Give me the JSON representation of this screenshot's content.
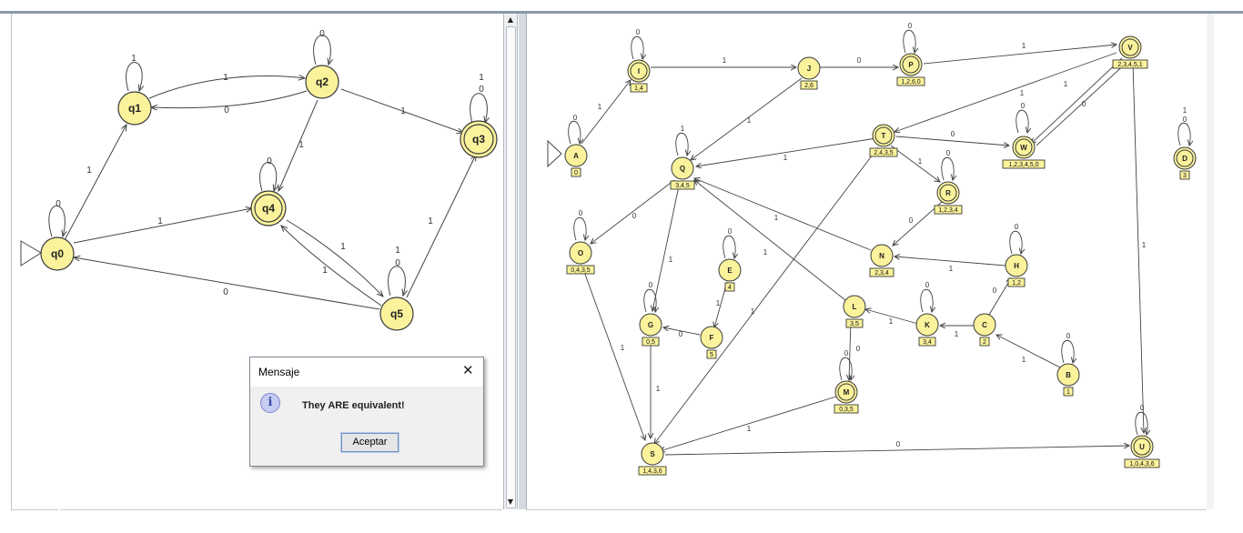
{
  "left_automaton": {
    "states": [
      {
        "id": "q0",
        "label": "q0"
      },
      {
        "id": "q1",
        "label": "q1"
      },
      {
        "id": "q2",
        "label": "q2"
      },
      {
        "id": "q3",
        "label": "q3"
      },
      {
        "id": "q4",
        "label": "q4"
      },
      {
        "id": "q5",
        "label": "q5"
      }
    ],
    "edge_labels": [
      "0",
      "1",
      "1",
      "0",
      "1",
      "0",
      "1",
      "1",
      "0",
      "1",
      "1",
      "1",
      "0",
      "1",
      "0",
      "1",
      "1",
      "0"
    ]
  },
  "right_automaton": {
    "states": [
      {
        "id": "A",
        "label": "A",
        "set": "0"
      },
      {
        "id": "I",
        "label": "I",
        "set": "1,4"
      },
      {
        "id": "J",
        "label": "J",
        "set": "2,6"
      },
      {
        "id": "P",
        "label": "P",
        "set": "1,2,6,0"
      },
      {
        "id": "V",
        "label": "V",
        "set": "2,3,4,5,1"
      },
      {
        "id": "Q",
        "label": "Q",
        "set": "3,4,5"
      },
      {
        "id": "T",
        "label": "T",
        "set": "2,4,3,5"
      },
      {
        "id": "W",
        "label": "W",
        "set": "1,2,3,4,5,0"
      },
      {
        "id": "D",
        "label": "D",
        "set": "3"
      },
      {
        "id": "R",
        "label": "R",
        "set": "1,2,3,4"
      },
      {
        "id": "O",
        "label": "O",
        "set": "0,4,3,5"
      },
      {
        "id": "E",
        "label": "E",
        "set": "4"
      },
      {
        "id": "N",
        "label": "N",
        "set": "2,3,4"
      },
      {
        "id": "H",
        "label": "H",
        "set": "1,2"
      },
      {
        "id": "L",
        "label": "L",
        "set": "3,5"
      },
      {
        "id": "G",
        "label": "G",
        "set": "0,5"
      },
      {
        "id": "F",
        "label": "F",
        "set": "5"
      },
      {
        "id": "K",
        "label": "K",
        "set": "3,4"
      },
      {
        "id": "C",
        "label": "C",
        "set": "2"
      },
      {
        "id": "B",
        "label": "B",
        "set": "1"
      },
      {
        "id": "M",
        "label": "M",
        "set": "0,3,5"
      },
      {
        "id": "S",
        "label": "S",
        "set": "1,4,3,6"
      },
      {
        "id": "U",
        "label": "U",
        "set": "1,0,4,3,6"
      }
    ]
  },
  "dialog": {
    "title": "Mensaje",
    "close_icon": "close-icon",
    "info_icon": "info-icon",
    "info_glyph": "i",
    "message": "They ARE equivalent!",
    "ok_label": "Aceptar"
  },
  "colors": {
    "state_fill": "#fbf39c",
    "state_stroke": "#3a3a3a",
    "edge": "#444444"
  }
}
